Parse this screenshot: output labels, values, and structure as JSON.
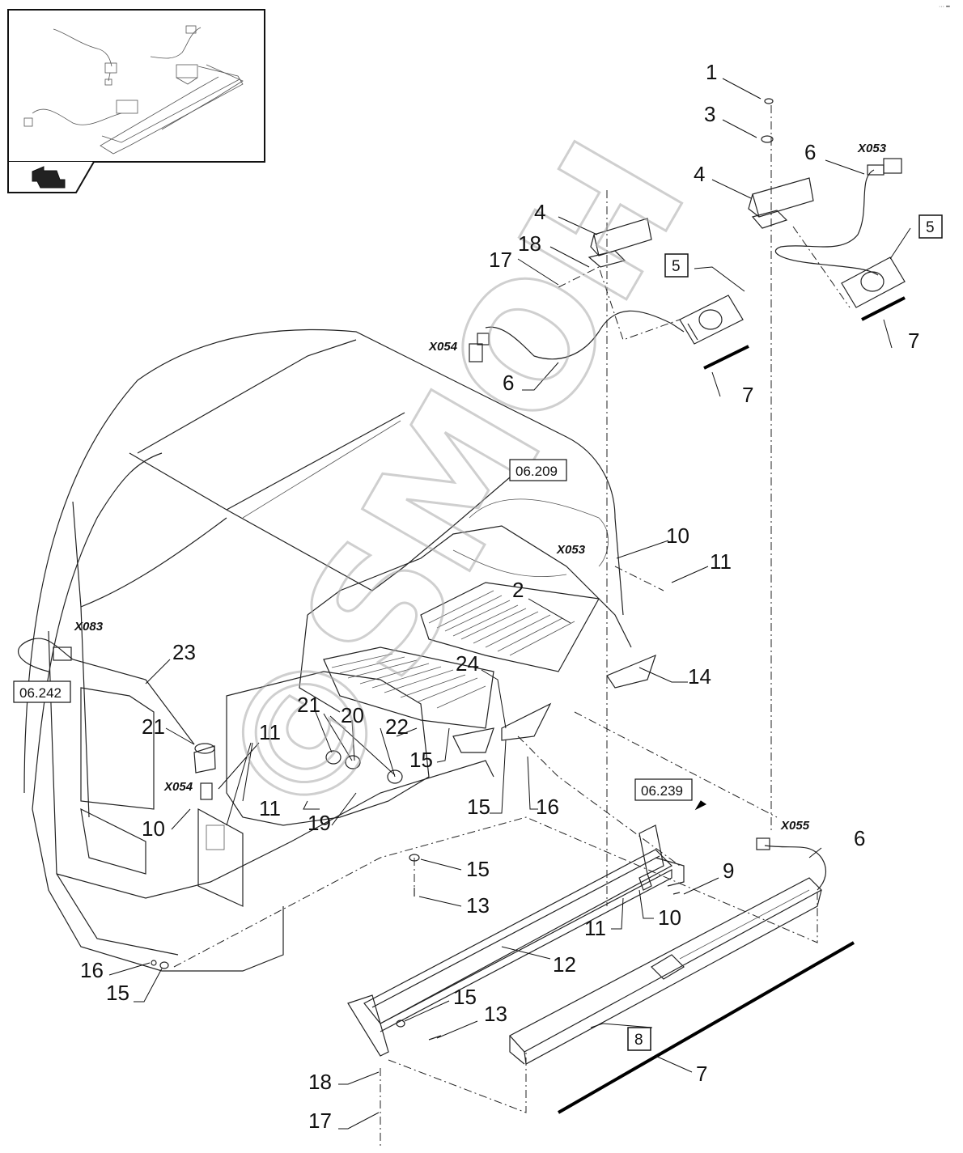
{
  "diagram": {
    "callouts": [
      {
        "id": "c1",
        "text": "1"
      },
      {
        "id": "c3",
        "text": "3"
      },
      {
        "id": "c6a",
        "text": "6"
      },
      {
        "id": "c4a",
        "text": "4"
      },
      {
        "id": "c4b",
        "text": "4"
      },
      {
        "id": "c18a",
        "text": "18"
      },
      {
        "id": "c17a",
        "text": "17"
      },
      {
        "id": "c6b",
        "text": "6"
      },
      {
        "id": "c7a",
        "text": "7"
      },
      {
        "id": "c7b",
        "text": "7"
      },
      {
        "id": "c10a",
        "text": "10"
      },
      {
        "id": "c11a",
        "text": "11"
      },
      {
        "id": "c2",
        "text": "2"
      },
      {
        "id": "c14",
        "text": "14"
      },
      {
        "id": "c23",
        "text": "23"
      },
      {
        "id": "c24",
        "text": "24"
      },
      {
        "id": "c21a",
        "text": "21"
      },
      {
        "id": "c21b",
        "text": "21"
      },
      {
        "id": "c20",
        "text": "20"
      },
      {
        "id": "c22",
        "text": "22"
      },
      {
        "id": "c11b",
        "text": "11"
      },
      {
        "id": "c11c",
        "text": "11"
      },
      {
        "id": "c15a",
        "text": "15"
      },
      {
        "id": "c15b",
        "text": "15"
      },
      {
        "id": "c16a",
        "text": "16"
      },
      {
        "id": "c19",
        "text": "19"
      },
      {
        "id": "c10b",
        "text": "10"
      },
      {
        "id": "c6c",
        "text": "6"
      },
      {
        "id": "c9",
        "text": "9"
      },
      {
        "id": "c15c",
        "text": "15"
      },
      {
        "id": "c13a",
        "text": "13"
      },
      {
        "id": "c10c",
        "text": "10"
      },
      {
        "id": "c11d",
        "text": "11"
      },
      {
        "id": "c12",
        "text": "12"
      },
      {
        "id": "c16b",
        "text": "16"
      },
      {
        "id": "c15d",
        "text": "15"
      },
      {
        "id": "c15e",
        "text": "15"
      },
      {
        "id": "c13b",
        "text": "13"
      },
      {
        "id": "c18b",
        "text": "18"
      },
      {
        "id": "c17b",
        "text": "17"
      },
      {
        "id": "c7c",
        "text": "7"
      }
    ],
    "connectors": {
      "x053_top": "X053",
      "x054_top": "X054",
      "x053_mid": "X053",
      "x083": "X083",
      "x054_low": "X054",
      "x055": "X055"
    },
    "reference_boxes": {
      "ref_06_209": "06.209",
      "ref_06_242": "06.242",
      "ref_06_239": "06.239"
    },
    "boxed_callouts": {
      "box5_left": "5",
      "box5_right": "5",
      "box8": "8"
    },
    "watermark": "©SMOH",
    "corner_mark": "··· ▪▪"
  }
}
